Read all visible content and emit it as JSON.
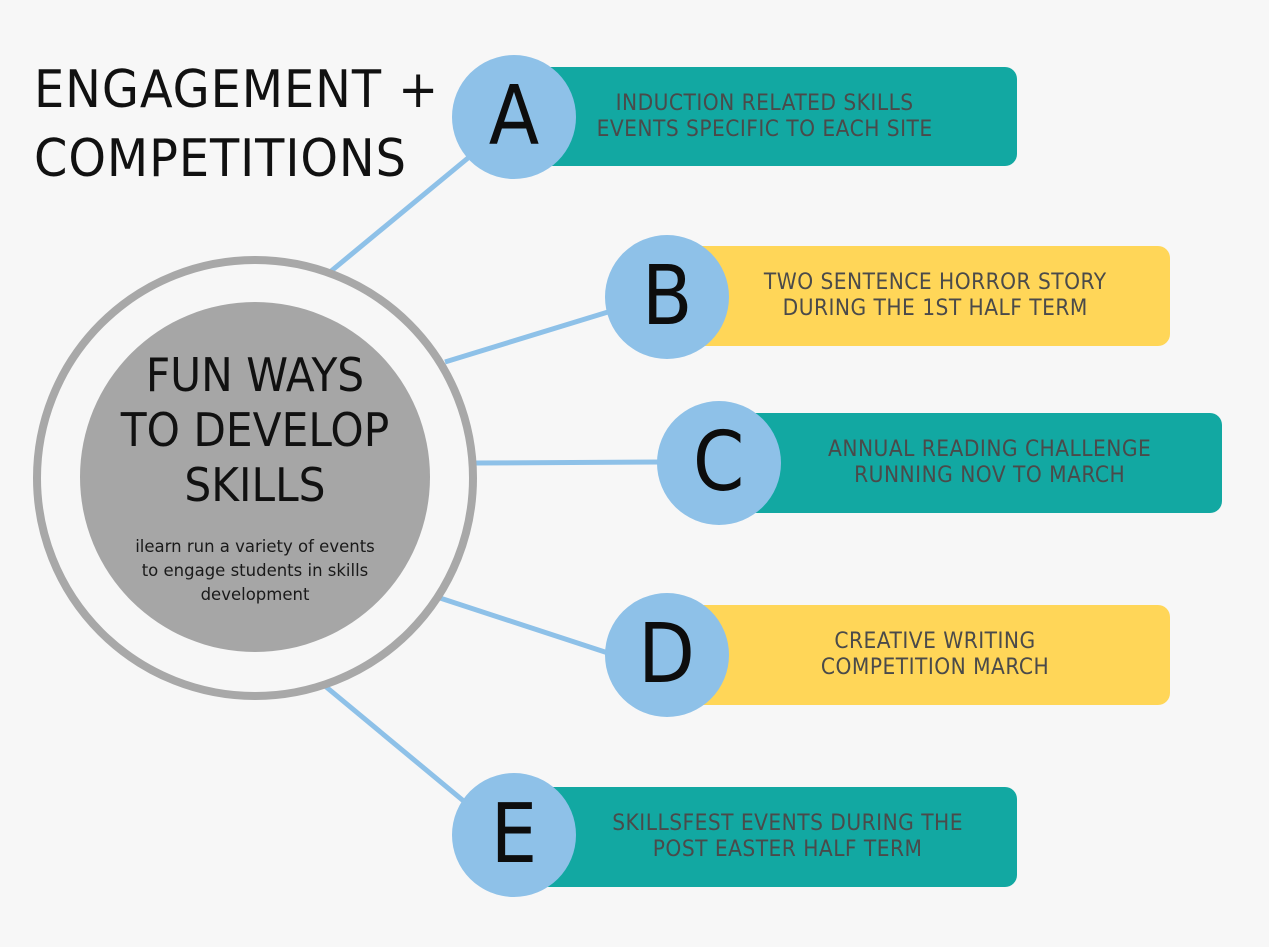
{
  "title": {
    "line1": "ENGAGEMENT +",
    "line2": "COMPETITIONS"
  },
  "hub": {
    "heading_lines": [
      "FUN WAYS",
      "TO DEVELOP",
      "SKILLS"
    ],
    "subtitle_lines": [
      "ilearn run a variety of events",
      "to engage students in skills",
      "development"
    ]
  },
  "items": [
    {
      "letter": "A",
      "lines": [
        "INDUCTION RELATED SKILLS",
        "EVENTS SPECIFIC TO EACH SITE"
      ],
      "color": "#12a8a2"
    },
    {
      "letter": "B",
      "lines": [
        "TWO SENTENCE HORROR STORY",
        "DURING THE 1ST HALF TERM"
      ],
      "color": "#ffd658"
    },
    {
      "letter": "C",
      "lines": [
        "ANNUAL READING CHALLENGE",
        "RUNNING NOV TO MARCH"
      ],
      "color": "#12a8a2"
    },
    {
      "letter": "D",
      "lines": [
        "CREATIVE WRITING",
        "COMPETITION MARCH"
      ],
      "color": "#ffd658"
    },
    {
      "letter": "E",
      "lines": [
        "SKILLSFEST EVENTS DURING THE",
        "POST EASTER HALF TERM"
      ],
      "color": "#12a8a2"
    }
  ],
  "colors": {
    "background": "#f7f7f7",
    "badge": "#8ec1e8",
    "connector": "#8ec1e8",
    "hub_ring": "#a8a8a8",
    "hub_fill": "#a6a6a6"
  }
}
